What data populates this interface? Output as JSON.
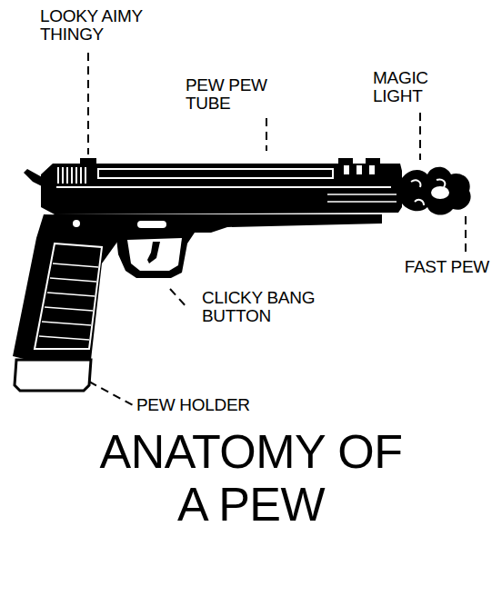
{
  "diagram": {
    "title": "ANATOMY OF A PEW",
    "labels": [
      "LOOKY AIMY THINGY",
      "PEW PEW TUBE",
      "MAGIC LIGHT",
      "FAST PEW",
      "CLICKY BANG BUTTON",
      "PEW HOLDER"
    ]
  }
}
